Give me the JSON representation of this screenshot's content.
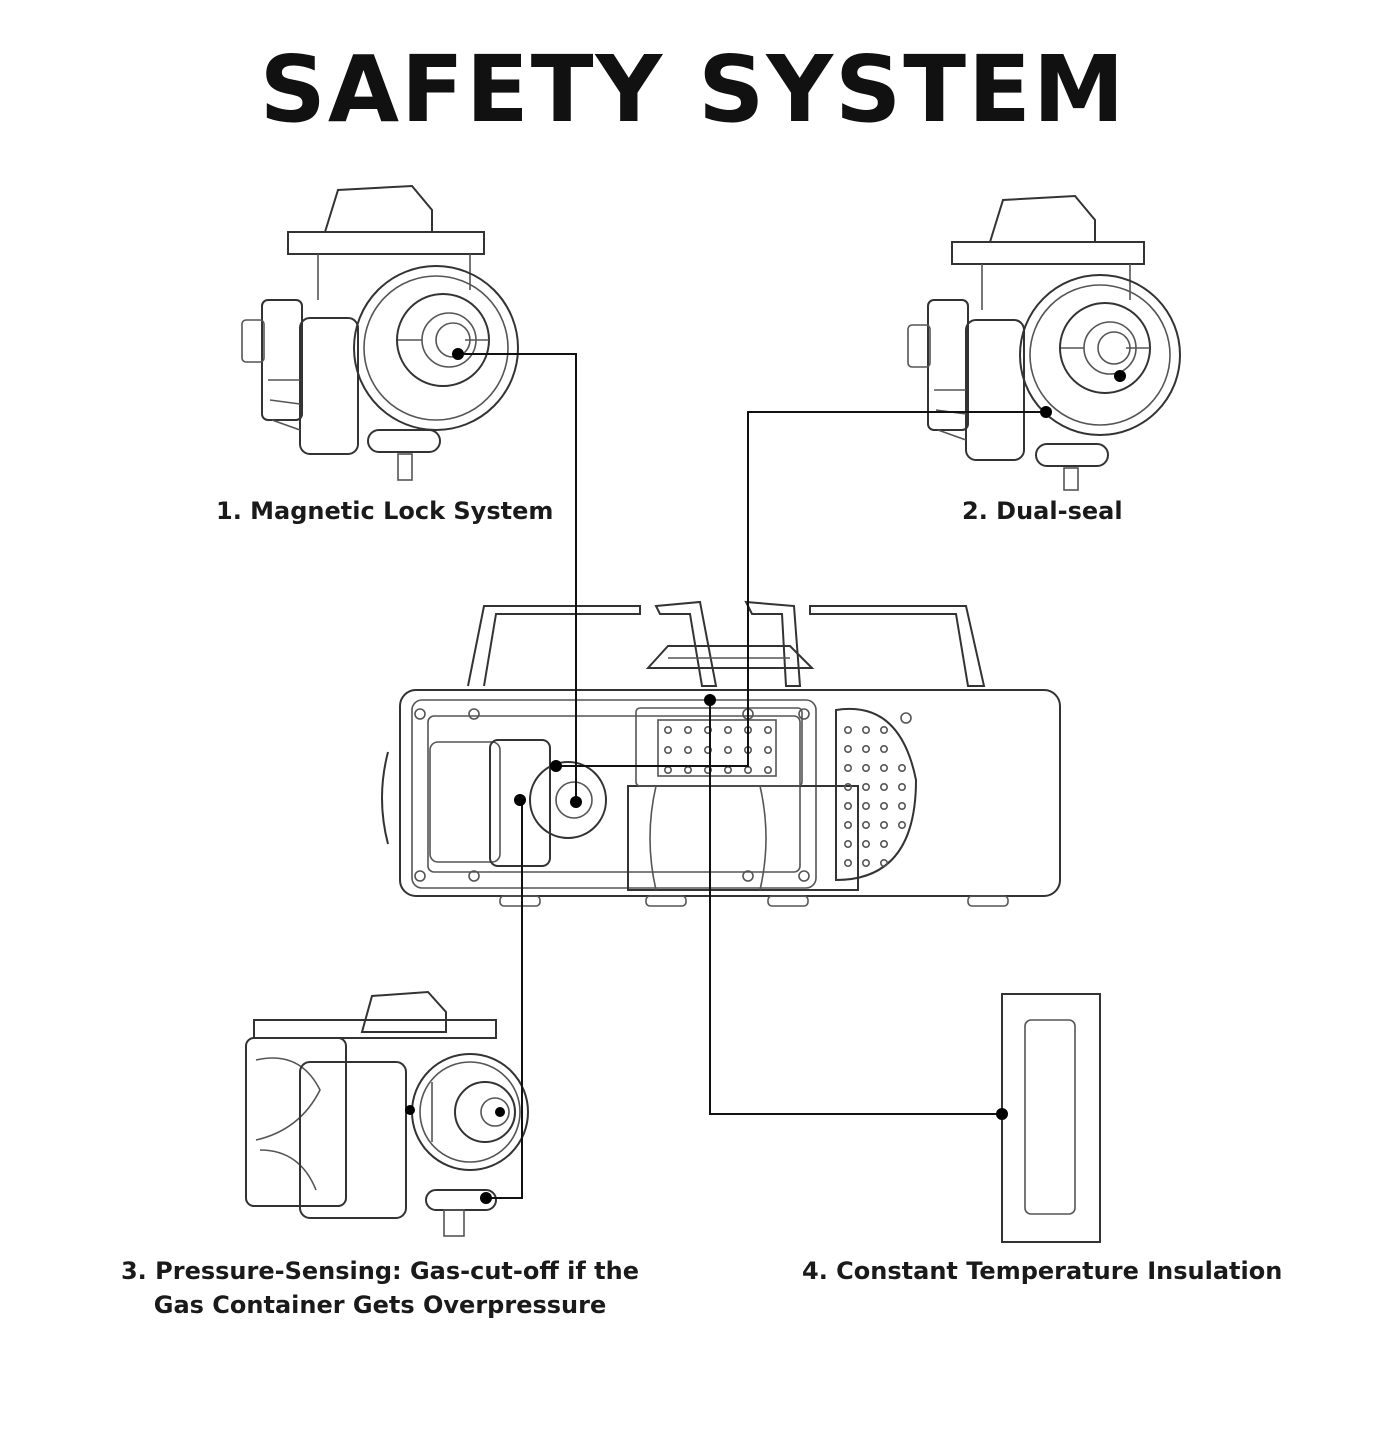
{
  "title": "SAFETY SYSTEM",
  "labels": {
    "magnetic_lock": "1. Magnetic Lock System",
    "dual_seal": "2. Dual-seal",
    "pressure_line1": "3. Pressure-Sensing: Gas-cut-off if the",
    "pressure_line2": "Gas Container Gets Overpressure",
    "insulation": "4. Constant Temperature Insulation"
  },
  "colors": {
    "line": "#333333",
    "text": "#111111",
    "background": "#ffffff"
  }
}
